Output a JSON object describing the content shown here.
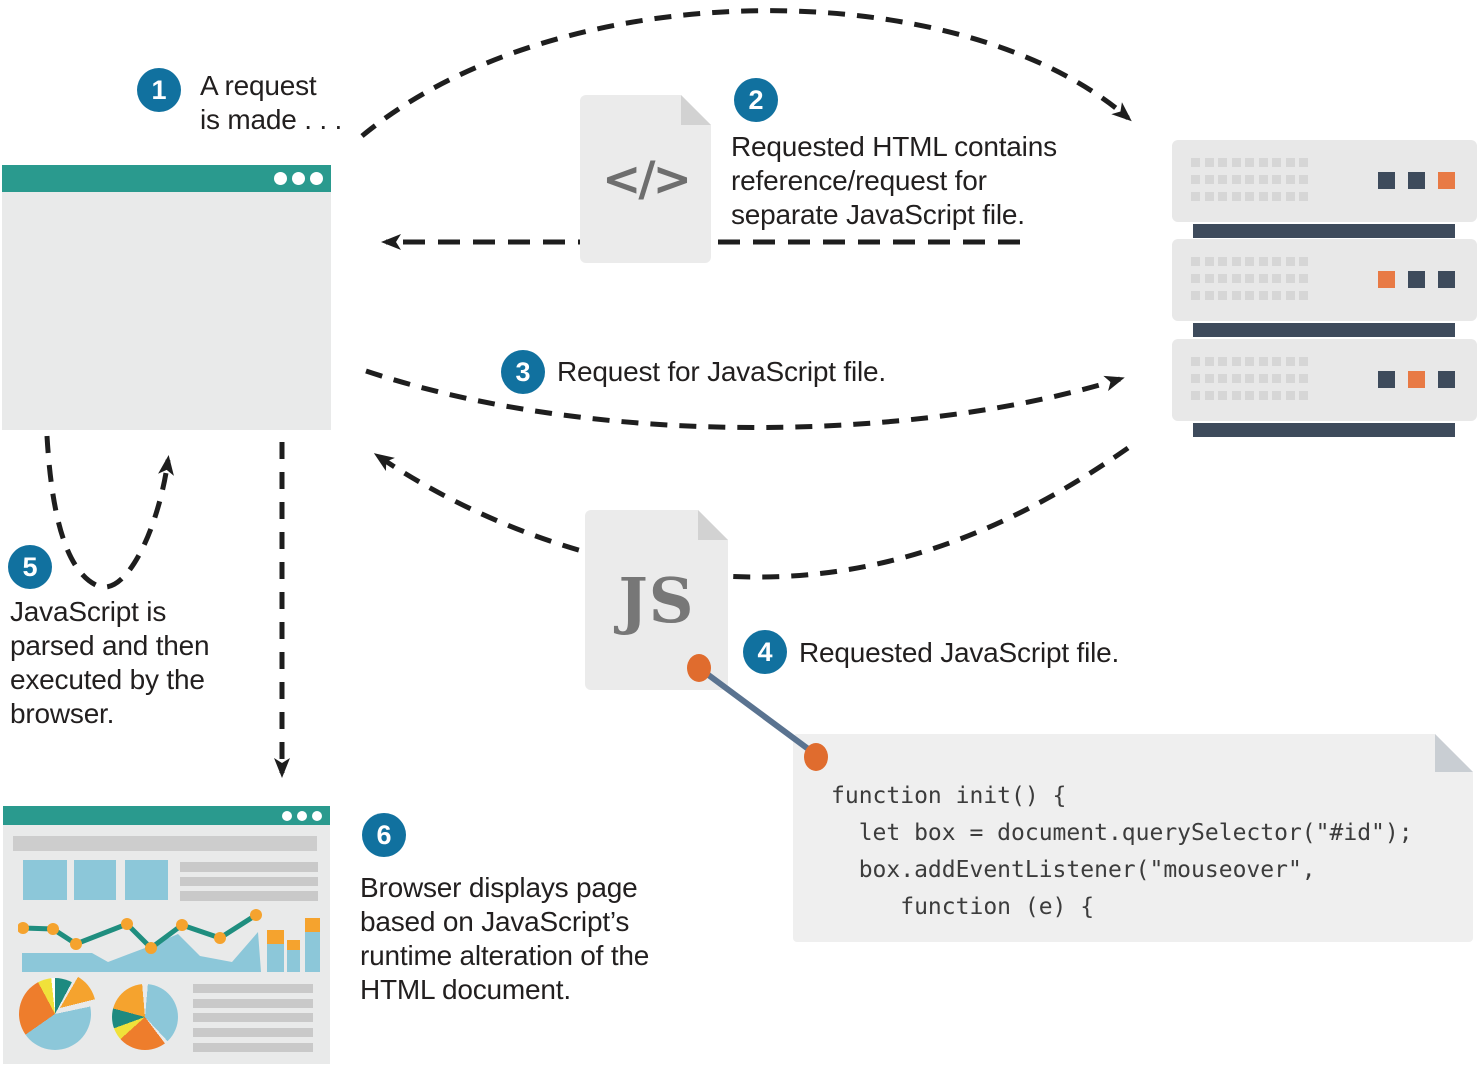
{
  "steps": [
    {
      "num": "1",
      "text": "A request\nis made . . ."
    },
    {
      "num": "2",
      "text": "Requested HTML contains\nreference/request for\nseparate JavaScript file."
    },
    {
      "num": "3",
      "text": "Request for JavaScript file."
    },
    {
      "num": "4",
      "text": "Requested JavaScript file."
    },
    {
      "num": "5",
      "text": "JavaScript is\nparsed and then\nexecuted by the\nbrowser."
    },
    {
      "num": "6",
      "text": "Browser displays page\nbased on JavaScript’s\nruntime alteration of the\nHTML document."
    }
  ],
  "icons": {
    "html_file_glyph": "</>",
    "js_file_glyph": "JS"
  },
  "code_block": {
    "code": "function init() {\n  let box = document.querySelector(\"#id\");\n  box.addEventListener(\"mouseover\",\n     function (e) {\n     ..."
  },
  "servers": {
    "units": [
      {
        "leds": [
          "navy",
          "navy",
          "orange"
        ]
      },
      {
        "leds": [
          "orange",
          "navy",
          "navy"
        ]
      },
      {
        "leds": [
          "navy",
          "orange",
          "navy"
        ]
      }
    ]
  },
  "colors": {
    "step_badge_blue": "#11719f",
    "titlebar_teal": "#2a9a8e",
    "navy": "#3e4b5c",
    "orange": "#e87a45",
    "connector_orange": "#e06c2e",
    "connector_slate": "#5a7390",
    "arrow_black": "#1e1e1e"
  }
}
